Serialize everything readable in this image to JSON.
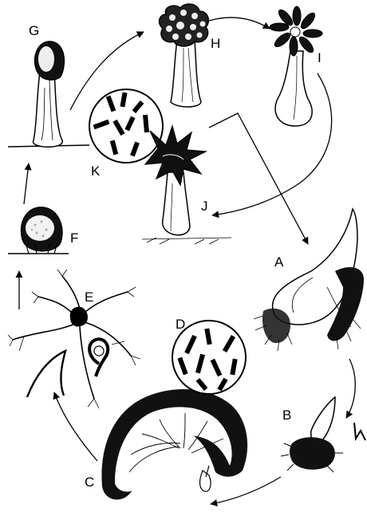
{
  "diagram": {
    "stages": [
      {
        "id": "A",
        "label": "A"
      },
      {
        "id": "B",
        "label": "B"
      },
      {
        "id": "C",
        "label": "C"
      },
      {
        "id": "D",
        "label": "D"
      },
      {
        "id": "E",
        "label": "E"
      },
      {
        "id": "F",
        "label": "F"
      },
      {
        "id": "G",
        "label": "G"
      },
      {
        "id": "H",
        "label": "H"
      },
      {
        "id": "I",
        "label": "I"
      },
      {
        "id": "J",
        "label": "J"
      },
      {
        "id": "K",
        "label": "K"
      }
    ],
    "colors": {
      "ink": "#000000",
      "paper": "#ffffff"
    }
  }
}
